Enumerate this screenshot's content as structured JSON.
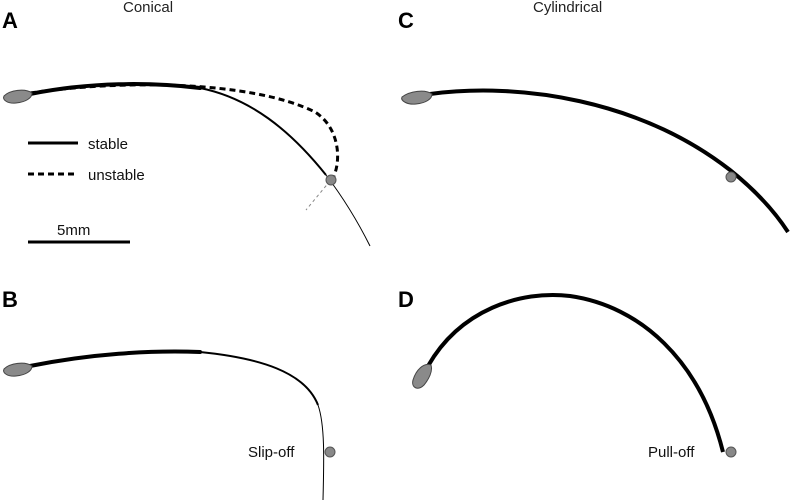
{
  "panels": {
    "a": {
      "letter": "A",
      "title": "Conical"
    },
    "b": {
      "letter": "B",
      "annotation": "Slip-off"
    },
    "c": {
      "letter": "C",
      "title": "Cylindrical"
    },
    "d": {
      "letter": "D",
      "annotation": "Pull-off"
    }
  },
  "legend": {
    "stable": "stable",
    "unstable": "unstable"
  },
  "scale_bar": {
    "label": "5mm"
  },
  "colors": {
    "ink": "#000000",
    "blob_fill": "#8a8a8a",
    "blob_stroke": "#444444",
    "contact_dot": "#888888"
  }
}
